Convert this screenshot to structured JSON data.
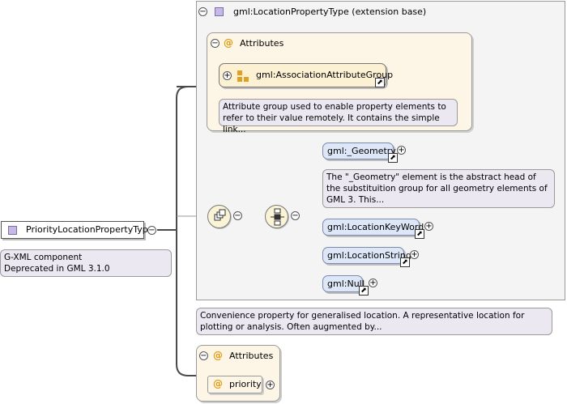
{
  "root": {
    "name": "PriorityLocationPropertyType",
    "doc_line1": "G-XML component",
    "doc_line2": "Deprecated in GML 3.1.0"
  },
  "extension": {
    "title": "gml:LocationPropertyType (extension base)",
    "attributes_label": "Attributes",
    "attribute_group": "gml:AssociationAttributeGroup",
    "attribute_group_doc": "Attribute group used to enable property elements to refer to their value remotely. It contains the simple link...",
    "elements": [
      {
        "name": "gml:_Geometry",
        "doc": "The \"_Geometry\" element is the abstract head of the substituition group for all geometry elements of GML 3. This..."
      },
      {
        "name": "gml:LocationKeyWord"
      },
      {
        "name": "gml:LocationString"
      },
      {
        "name": "gml:Null"
      }
    ],
    "doc": "Convenience property for generalised location. A representative location for plotting or analysis. Often augmented by..."
  },
  "own_attributes": {
    "label": "Attributes",
    "items": [
      {
        "name": "priority"
      }
    ]
  },
  "colors": {
    "connector": "#4a4a4a",
    "element_fill": "#dde7f7",
    "attribute_fill": "#fdf6e6",
    "doc_fill": "#ebe8f2",
    "at_sign": "#e09a10"
  },
  "icons": {
    "collapse": "minus-circle-icon",
    "expand": "plus-circle-icon",
    "complex_type": "purple-square-icon",
    "attribute": "at-sign-icon",
    "attribute_group": "attribute-group-icon",
    "reference": "reference-arrow-icon",
    "sequence": "sequence-compositor-icon",
    "choice": "choice-compositor-icon"
  }
}
